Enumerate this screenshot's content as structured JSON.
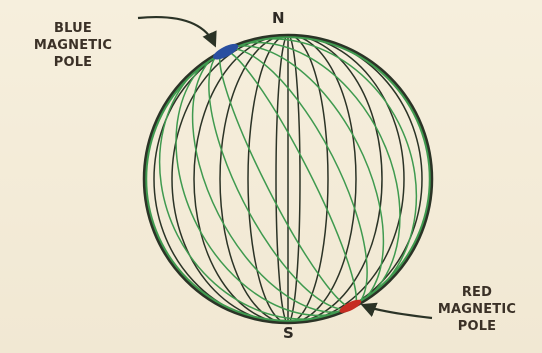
{
  "poles": {
    "north": "N",
    "south": "S"
  },
  "labels": {
    "blue": [
      "BLUE",
      "MAGNETIC",
      "POLE"
    ],
    "red": [
      "RED",
      "MAGNETIC",
      "POLE"
    ]
  },
  "colors": {
    "background": "#f3ecd9",
    "dark_meridian": "#2b3326",
    "green_meridian": "#3f9a4f",
    "blue_pole": "#2a4fa0",
    "red_pole": "#c62d22",
    "text": "#3b3127"
  }
}
